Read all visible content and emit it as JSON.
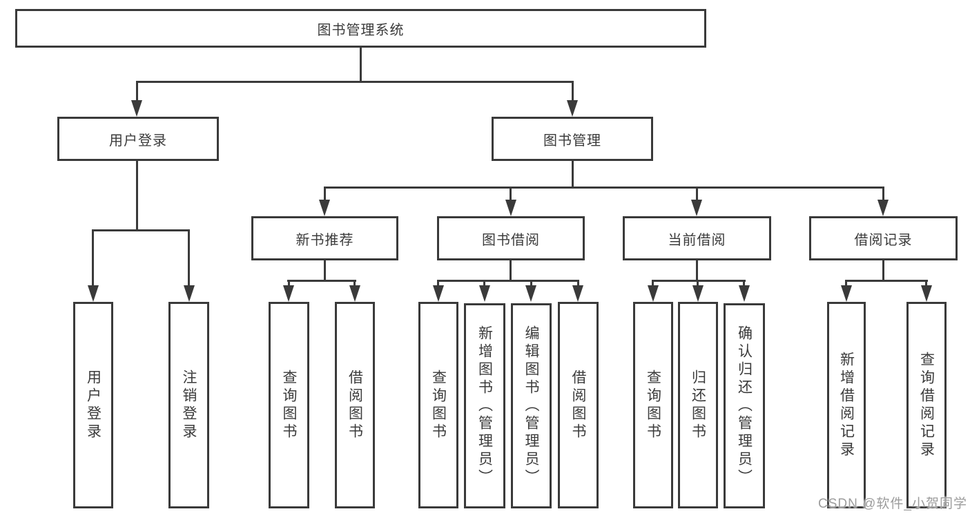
{
  "diagram": {
    "root": "图书管理系统",
    "level2": [
      "用户登录",
      "图书管理"
    ],
    "level3": [
      "新书推荐",
      "图书借阅",
      "当前借阅",
      "借阅记录"
    ],
    "leaves": {
      "user_login": [
        "用户登录",
        "注销登录"
      ],
      "new_book": [
        "查询图书",
        "借阅图书"
      ],
      "book_borrow": [
        "查询图书",
        "新增图书（管理员）",
        "编辑图书（管理员）",
        "借阅图书"
      ],
      "current_borrow": [
        "查询图书",
        "归还图书",
        "确认归还（管理员）"
      ],
      "borrow_records": [
        "新增借阅记录",
        "查询借阅记录"
      ]
    }
  },
  "watermark": {
    "text": "CSDN @软件_小贺同学"
  },
  "colors": {
    "line": "#3a3a3a",
    "text": "#3b3b3b",
    "watermark": "#9c9c9c",
    "background": "#ffffff"
  }
}
